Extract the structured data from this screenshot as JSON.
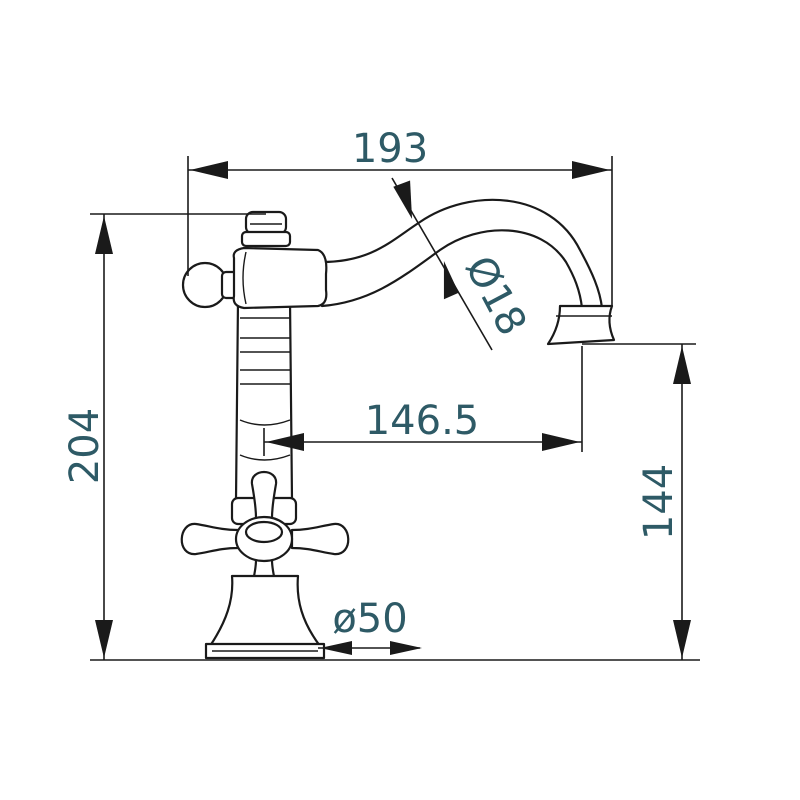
{
  "dimensions": {
    "top_width": "193",
    "total_height": "204",
    "spout_reach": "146.5",
    "spout_height": "144",
    "spout_diameter": "Ø18",
    "base_diameter": "ø50"
  },
  "colors": {
    "line": "#1a1a1a",
    "text": "#2e5a66"
  }
}
